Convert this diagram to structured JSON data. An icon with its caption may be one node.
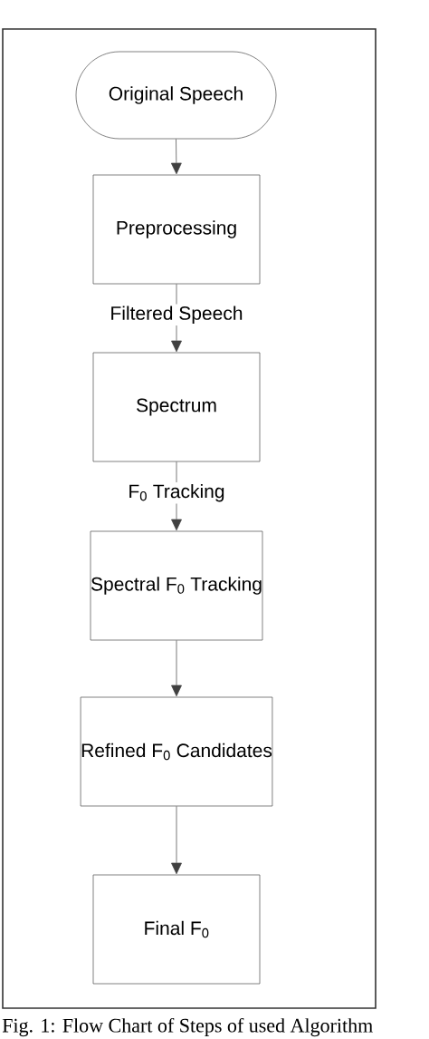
{
  "diagram": {
    "caption": "Fig. 1: Flow Chart of Steps of used Algorithm",
    "nodes": [
      {
        "text": [
          "Original Speech"
        ]
      },
      {
        "text": [
          "Preprocessing"
        ]
      },
      {
        "text": [
          "Spectrum"
        ]
      },
      {
        "text": [
          "Spectral F$_{0}$ Tracking"
        ]
      },
      {
        "text": [
          "Refined F$_{0}$ Candidates"
        ]
      },
      {
        "text": [
          "Final F$_{0}$"
        ]
      }
    ],
    "edges": [
      {
        "from": 0,
        "to": 1,
        "arrow": "to"
      },
      {
        "from": 1,
        "to": 2,
        "arrow": "to",
        "label": "Filtered Speech"
      },
      {
        "from": 2,
        "to": 3,
        "arrow": "to",
        "label": "F$_{0}$ Tracking"
      },
      {
        "from": 3,
        "to": 4,
        "arrow": "to"
      },
      {
        "from": 4,
        "to": 5,
        "arrow": "to"
      }
    ]
  }
}
